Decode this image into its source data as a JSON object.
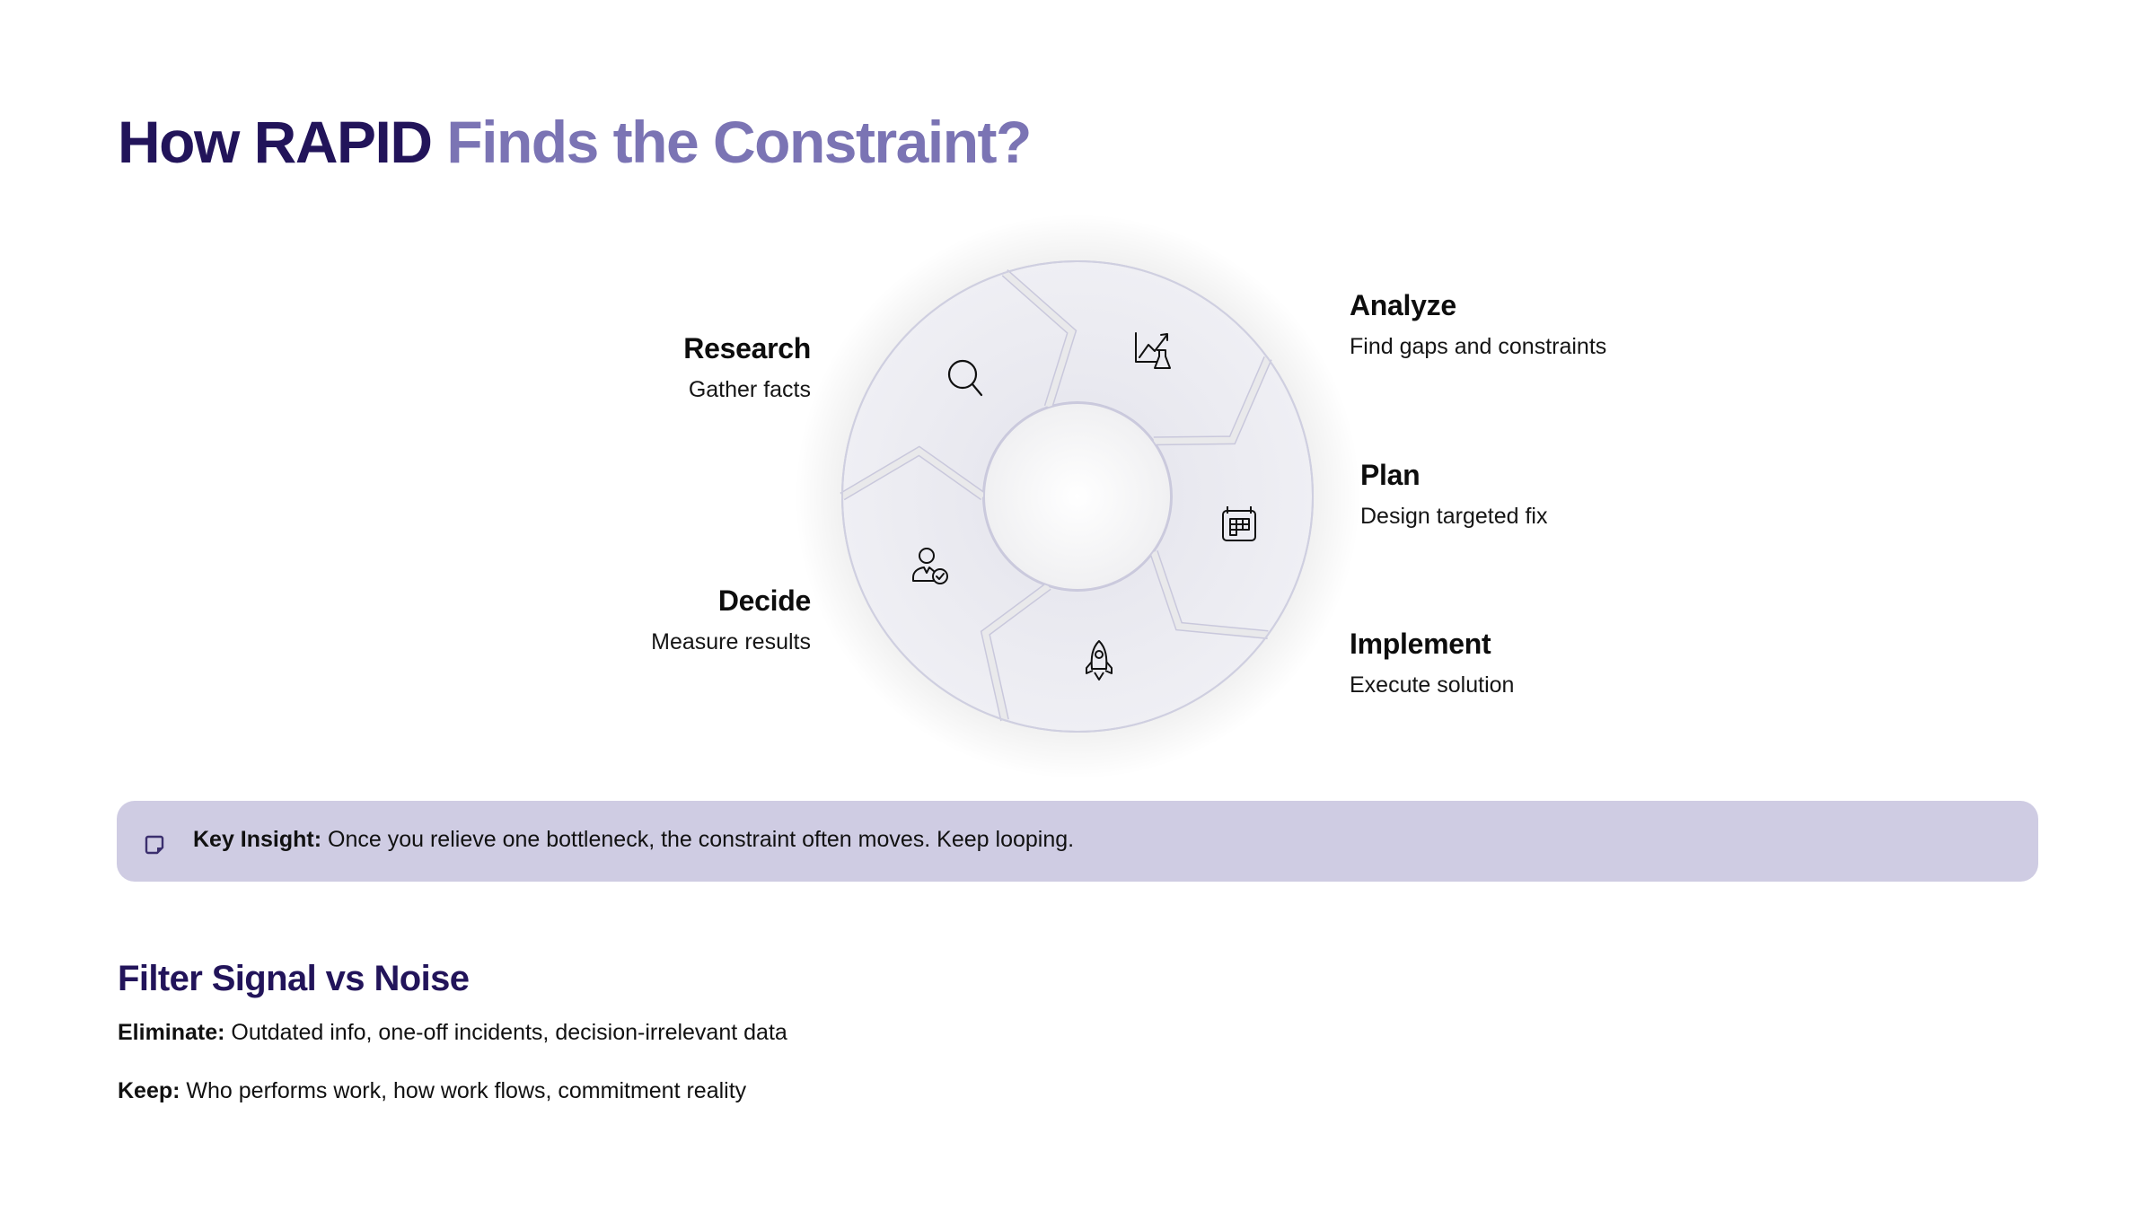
{
  "title": {
    "part1": "How RAPID",
    "part2": "Finds the Constraint?"
  },
  "cycle": {
    "colors": {
      "segment_fill": "#ededf3",
      "segment_border": "#c9c8dc",
      "gap": "#e9e9eb",
      "center_fill": "#fafafa"
    },
    "steps": [
      {
        "name": "Research",
        "desc": "Gather facts",
        "icon": "search-icon"
      },
      {
        "name": "Analyze",
        "desc": "Find gaps and constraints",
        "icon": "chart-flask-icon"
      },
      {
        "name": "Plan",
        "desc": "Design targeted fix",
        "icon": "calendar-icon"
      },
      {
        "name": "Implement",
        "desc": "Execute solution",
        "icon": "rocket-icon"
      },
      {
        "name": "Decide",
        "desc": "Measure results",
        "icon": "user-check-icon"
      }
    ]
  },
  "insight": {
    "icon": "sticky-note-icon",
    "label": "Key Insight:",
    "text": " Once you relieve one bottleneck, the constraint often moves. Keep looping.",
    "background": "#cfcce3"
  },
  "filter": {
    "title": "Filter Signal vs Noise",
    "items": [
      {
        "label": "Eliminate:",
        "text": " Outdated info, one-off incidents, decision-irrelevant data"
      },
      {
        "label": "Keep:",
        "text": " Who performs work, how work flows, commitment reality"
      }
    ]
  },
  "colors": {
    "title_dark": "#22145a",
    "title_accent": "#7b74b4"
  }
}
